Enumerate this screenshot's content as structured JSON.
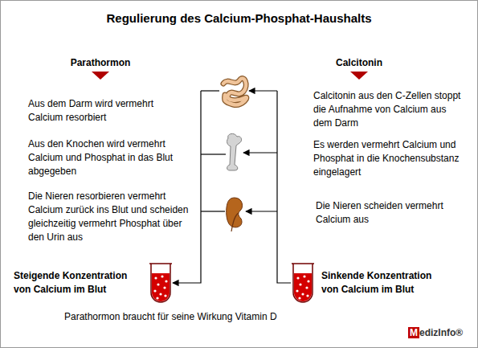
{
  "diagram": {
    "title": "Regulierung des Calcium-Phosphat-Haushalts",
    "nodes": [
      {
        "text": [
          "Steigende Konzentration von Calcium im Blut"
        ]
      },
      {
        "text": [
          "Sinkende Konzentration von Calcium im Blut"
        ]
      }
    ],
    "edges": [
      {
        "from": 1,
        "to": 0,
        "arrow": "to"
      }
    ],
    "labels": [
      "Parathormon",
      "Calcitonin",
      "Aus dem Darm wird vermehrt Calcium resorbiert",
      "Calcitonin aus den C-Zellen stoppt die Aufnahme von Calcium aus dem Darm",
      "Aus den Knochen wird vermehrt Calcium und Phosphat in das Blut abgegeben",
      "Es werden vermehrt Calcium und Phosphat in die Knochensubstanz eingelagert",
      "Die Nieren resorbieren vermehrt Calcium zurück ins Blut und scheiden gleichzeitig vermehrt Phosphat über den Urin aus",
      "Die Nieren scheiden vermehrt Calcium aus",
      "Parathormon braucht für seine Wirkung Vitamin D",
      "MedizInfo®"
    ]
  }
}
